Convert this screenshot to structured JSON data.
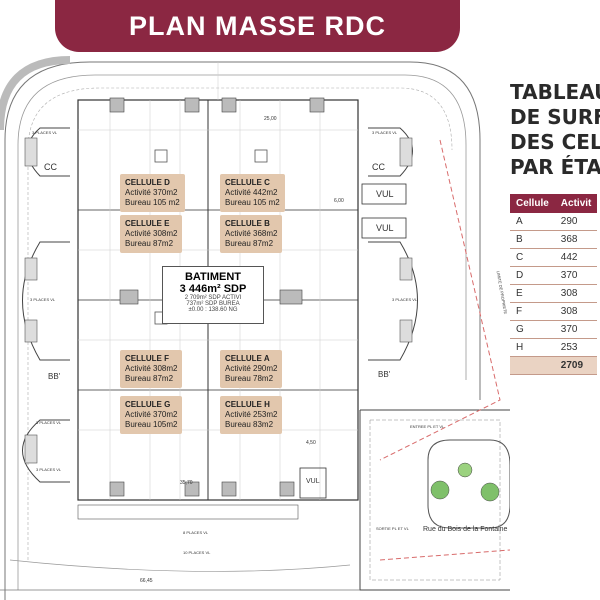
{
  "title": "PLAN MASSE RDC",
  "right_title": [
    "TABLEAU",
    "DE SURF",
    "DES CEL",
    "PAR ÉTA"
  ],
  "table": {
    "headers": [
      "Cellule",
      "Activit"
    ],
    "rows": [
      {
        "cell": "A",
        "value": "290"
      },
      {
        "cell": "B",
        "value": "368"
      },
      {
        "cell": "C",
        "value": "442"
      },
      {
        "cell": "D",
        "value": "370"
      },
      {
        "cell": "E",
        "value": "308"
      },
      {
        "cell": "F",
        "value": "308"
      },
      {
        "cell": "G",
        "value": "370"
      },
      {
        "cell": "H",
        "value": "253"
      }
    ],
    "total": "2709"
  },
  "cells": {
    "d": {
      "name": "CELLULE D",
      "activite": "Activité 370m2",
      "bureau": "Bureau 105 m2"
    },
    "c": {
      "name": "CELLULE C",
      "activite": "Activité 442m2",
      "bureau": "Bureau 105 m2"
    },
    "e": {
      "name": "CELLULE E",
      "activite": "Activité 308m2",
      "bureau": "Bureau 87m2"
    },
    "b": {
      "name": "CELLULE B",
      "activite": "Activité 368m2",
      "bureau": "Bureau 87m2"
    },
    "f": {
      "name": "CELLULE F",
      "activite": "Activité 308m2",
      "bureau": "Bureau 87m2"
    },
    "a": {
      "name": "CELLULE A",
      "activite": "Activité 290m2",
      "bureau": "Bureau 78m2"
    },
    "g": {
      "name": "CELLULE G",
      "activite": "Activité 370m2",
      "bureau": "Bureau 105m2"
    },
    "h": {
      "name": "CELLULE H",
      "activite": "Activité 253m2",
      "bureau": "Bureau 83m2"
    }
  },
  "batiment": {
    "title": "BATIMENT",
    "sdp": "3 446m² SDP",
    "line1": "2 709m² SDP ACTIVI",
    "line2": "737m² SDP BUREA",
    "line3": "±0.00 : 138.60 NG"
  },
  "labels": {
    "vul1": "VUL",
    "vul2": "VUL",
    "vul3": "VUL",
    "cc1": "CC",
    "cc2": "CC",
    "bb1": "BB'",
    "bb2": "BB'",
    "road": "Rue du Bois de la Fontaine",
    "places1": "3 PLACES VL",
    "places2": "3 PLACES VL",
    "places3": "3 PLACES VL",
    "places4": "3 PLACES VL",
    "places5": "3 PLACES VL",
    "places6": "3 PLACES VL",
    "places7": "8 PLACES VL",
    "places8": "10 PLACES VL",
    "limite": "LIMITE DE PROPRIETE",
    "entree": "ENTREE PL ET VL",
    "sortie": "SORTIE PL ET VL",
    "dim1": "35,70",
    "dim2": "25,00",
    "dim3": "66,45",
    "dim4": "4,50",
    "dim5": "6,00"
  }
}
